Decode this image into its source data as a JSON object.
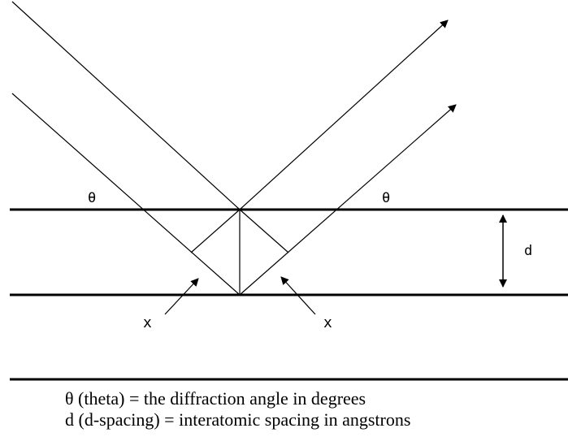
{
  "diagram": {
    "theta_left": "θ",
    "theta_right": "θ",
    "d_label": "d",
    "x_left": "x",
    "x_right": "x"
  },
  "legend": {
    "theta_line": "θ (theta) = the diffraction angle in degrees",
    "d_line": "d (d-spacing) = interatomic spacing in angstrons"
  },
  "colors": {
    "ink": "#000000",
    "background": "#ffffff"
  }
}
